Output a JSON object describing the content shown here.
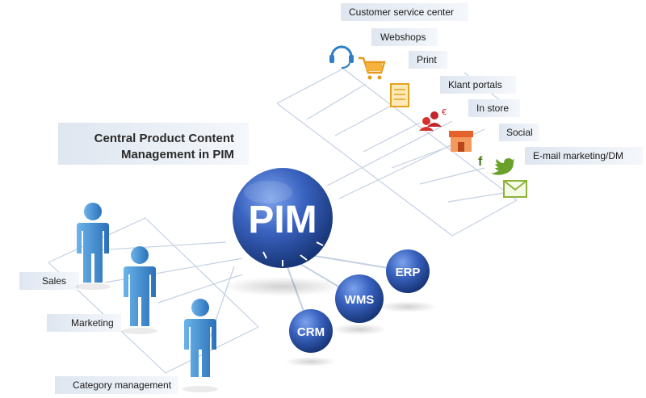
{
  "title": {
    "line1": "Central Product Content",
    "line2": "Management in PIM"
  },
  "hub": {
    "label": "PIM"
  },
  "systems": [
    {
      "id": "erp",
      "label": "ERP"
    },
    {
      "id": "wms",
      "label": "WMS"
    },
    {
      "id": "crm",
      "label": "CRM"
    }
  ],
  "channels": [
    {
      "id": "customer-service",
      "label": "Customer service center",
      "icon": "headset-icon"
    },
    {
      "id": "webshops",
      "label": "Webshops",
      "icon": "shopping-cart-icon"
    },
    {
      "id": "print",
      "label": "Print",
      "icon": "document-icon"
    },
    {
      "id": "klant-portals",
      "label": "Klant portals",
      "icon": "user-euro-icon"
    },
    {
      "id": "in-store",
      "label": "In store",
      "icon": "store-icon"
    },
    {
      "id": "social",
      "label": "Social",
      "icon": "social-media-icon"
    },
    {
      "id": "email",
      "label": "E-mail marketing/DM",
      "icon": "envelope-icon"
    }
  ],
  "roles": [
    {
      "id": "sales",
      "label": "Sales"
    },
    {
      "id": "marketing",
      "label": "Marketing"
    },
    {
      "id": "category",
      "label": "Category management"
    }
  ],
  "colors": {
    "sphere_light": "#6f96e6",
    "sphere_dark": "#13306e",
    "person_light": "#5fa6df",
    "person_dark": "#2a70b8",
    "grid_line": "#c3d0e2",
    "label_bg": "#e9eef5"
  }
}
